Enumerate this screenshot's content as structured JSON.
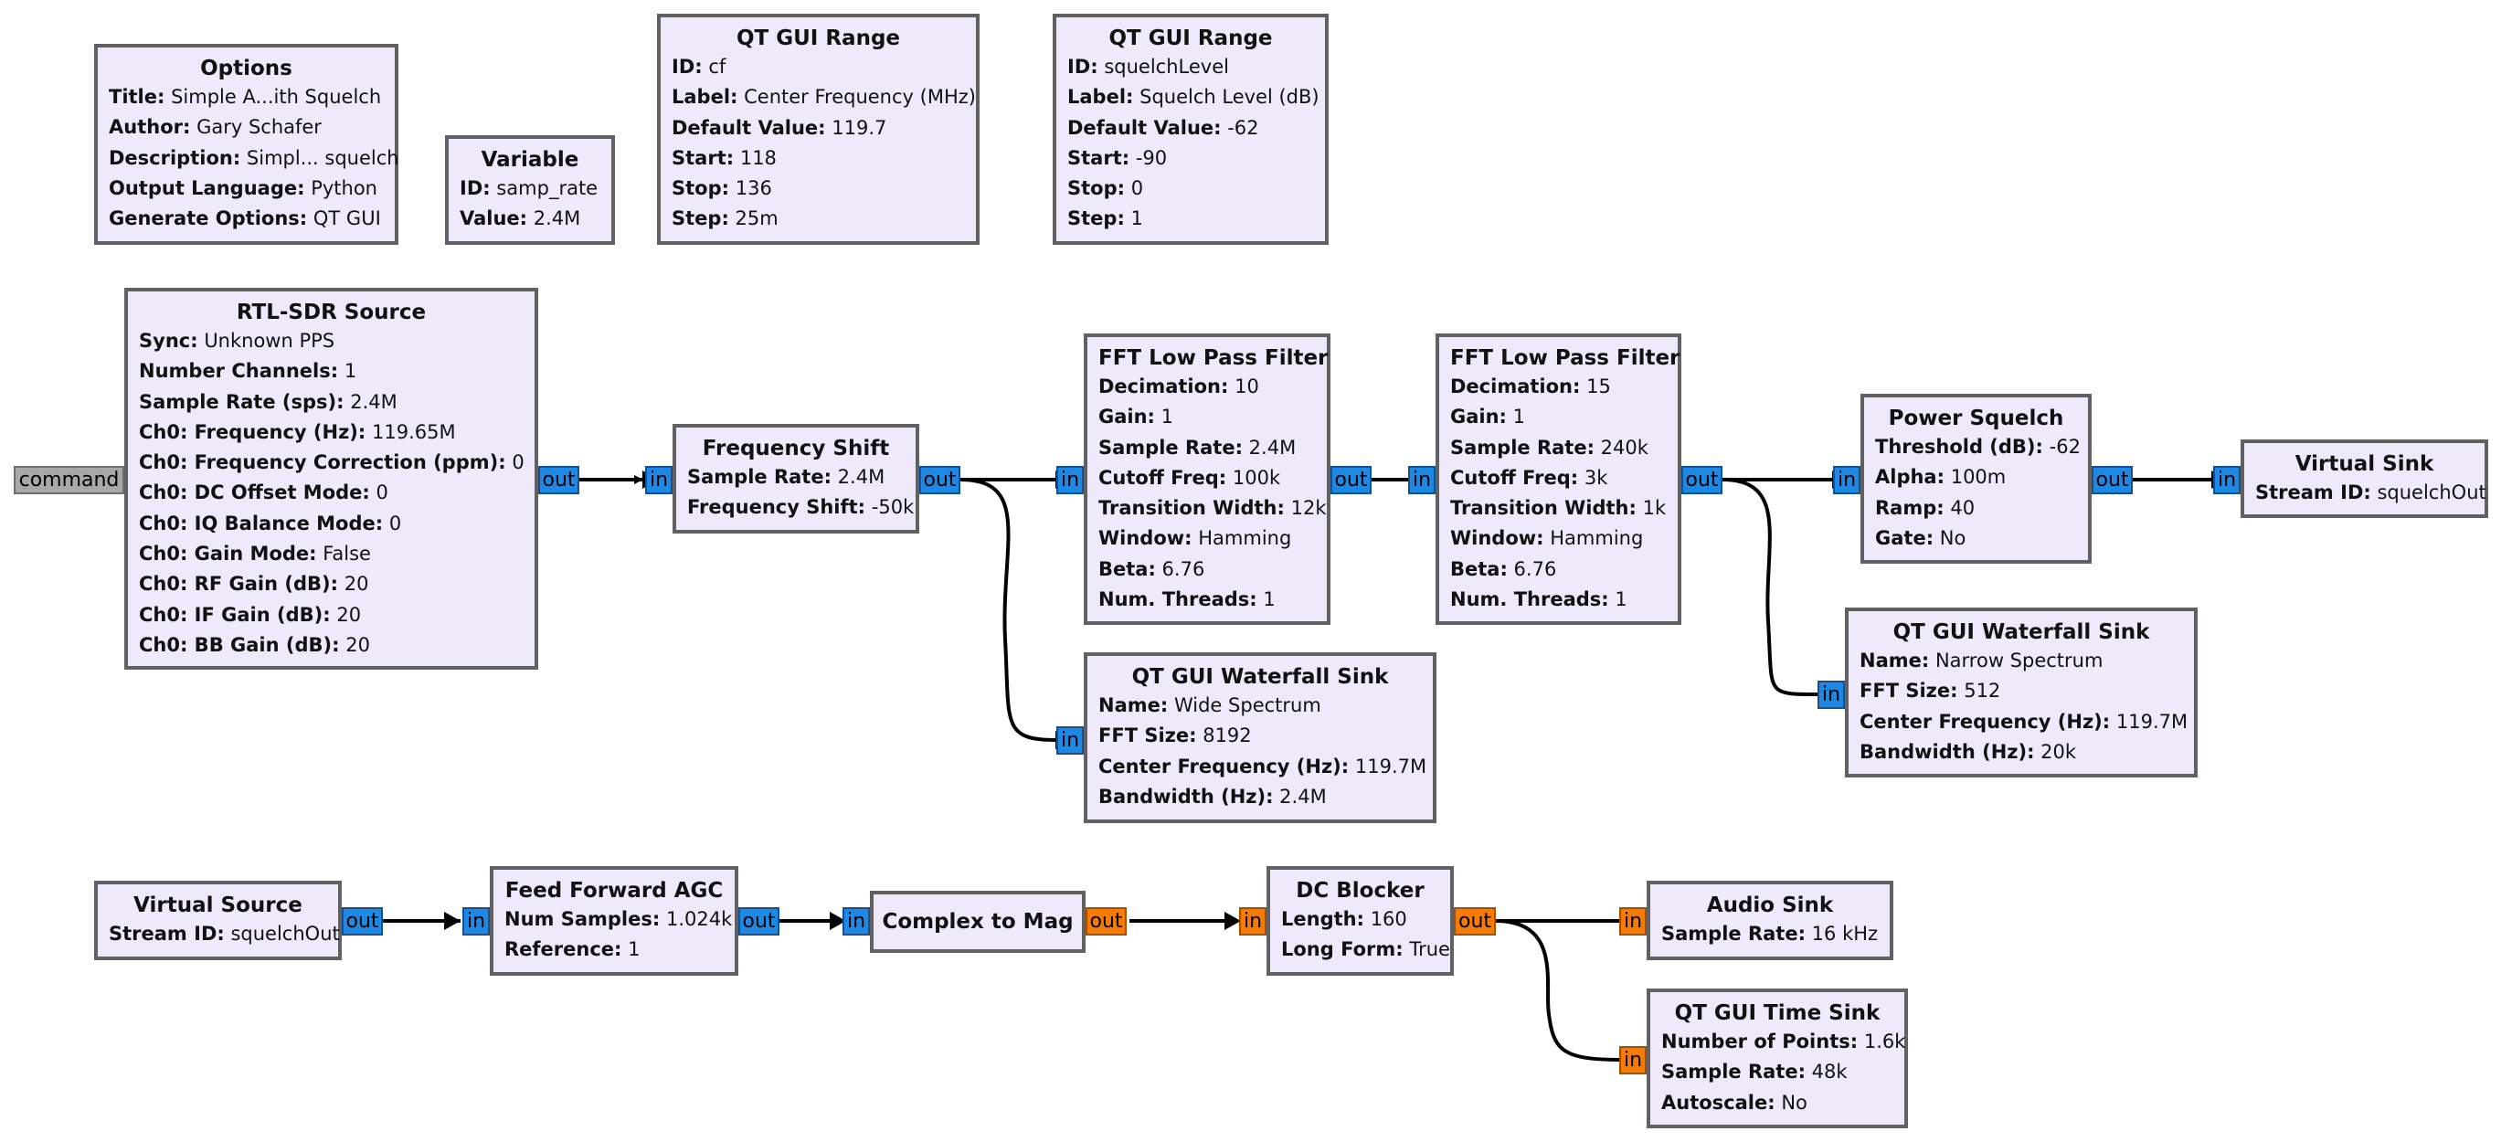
{
  "blocks": {
    "options": {
      "title": "Options",
      "params": [
        {
          "k": "Title:",
          "v": "Simple A...ith Squelch"
        },
        {
          "k": "Author:",
          "v": "Gary Schafer"
        },
        {
          "k": "Description:",
          "v": "Simpl... squelch"
        },
        {
          "k": "Output Language:",
          "v": "Python"
        },
        {
          "k": "Generate Options:",
          "v": "QT GUI"
        }
      ]
    },
    "variable": {
      "title": "Variable",
      "params": [
        {
          "k": "ID:",
          "v": "samp_rate"
        },
        {
          "k": "Value:",
          "v": "2.4M"
        }
      ]
    },
    "range_cf": {
      "title": "QT GUI Range",
      "params": [
        {
          "k": "ID:",
          "v": "cf"
        },
        {
          "k": "Label:",
          "v": "Center Frequency (MHz)"
        },
        {
          "k": "Default Value:",
          "v": "119.7"
        },
        {
          "k": "Start:",
          "v": "118"
        },
        {
          "k": "Stop:",
          "v": "136"
        },
        {
          "k": "Step:",
          "v": "25m"
        }
      ]
    },
    "range_sq": {
      "title": "QT GUI Range",
      "params": [
        {
          "k": "ID:",
          "v": "squelchLevel"
        },
        {
          "k": "Label:",
          "v": "Squelch Level (dB)"
        },
        {
          "k": "Default Value:",
          "v": "-62"
        },
        {
          "k": "Start:",
          "v": "-90"
        },
        {
          "k": "Stop:",
          "v": "0"
        },
        {
          "k": "Step:",
          "v": "1"
        }
      ]
    },
    "rtl": {
      "title": "RTL-SDR Source",
      "params": [
        {
          "k": "Sync:",
          "v": "Unknown PPS"
        },
        {
          "k": "Number Channels:",
          "v": "1"
        },
        {
          "k": "Sample Rate (sps):",
          "v": "2.4M"
        },
        {
          "k": "Ch0: Frequency (Hz):",
          "v": "119.65M"
        },
        {
          "k": "Ch0: Frequency Correction (ppm):",
          "v": "0"
        },
        {
          "k": "Ch0: DC Offset Mode:",
          "v": "0"
        },
        {
          "k": "Ch0: IQ Balance Mode:",
          "v": "0"
        },
        {
          "k": "Ch0: Gain Mode:",
          "v": "False"
        },
        {
          "k": "Ch0: RF Gain (dB):",
          "v": "20"
        },
        {
          "k": "Ch0: IF Gain (dB):",
          "v": "20"
        },
        {
          "k": "Ch0: BB Gain (dB):",
          "v": "20"
        }
      ]
    },
    "fshift": {
      "title": "Frequency Shift",
      "params": [
        {
          "k": "Sample Rate:",
          "v": "2.4M"
        },
        {
          "k": "Frequency Shift:",
          "v": "-50k"
        }
      ]
    },
    "lpf1": {
      "title": "FFT Low Pass Filter",
      "params": [
        {
          "k": "Decimation:",
          "v": "10"
        },
        {
          "k": "Gain:",
          "v": "1"
        },
        {
          "k": "Sample Rate:",
          "v": "2.4M"
        },
        {
          "k": "Cutoff Freq:",
          "v": "100k"
        },
        {
          "k": "Transition Width:",
          "v": "12k"
        },
        {
          "k": "Window:",
          "v": "Hamming"
        },
        {
          "k": "Beta:",
          "v": "6.76"
        },
        {
          "k": "Num. Threads:",
          "v": "1"
        }
      ]
    },
    "lpf2": {
      "title": "FFT Low Pass Filter",
      "params": [
        {
          "k": "Decimation:",
          "v": "15"
        },
        {
          "k": "Gain:",
          "v": "1"
        },
        {
          "k": "Sample Rate:",
          "v": "240k"
        },
        {
          "k": "Cutoff Freq:",
          "v": "3k"
        },
        {
          "k": "Transition Width:",
          "v": "1k"
        },
        {
          "k": "Window:",
          "v": "Hamming"
        },
        {
          "k": "Beta:",
          "v": "6.76"
        },
        {
          "k": "Num. Threads:",
          "v": "1"
        }
      ]
    },
    "psq": {
      "title": "Power Squelch",
      "params": [
        {
          "k": "Threshold (dB):",
          "v": "-62"
        },
        {
          "k": "Alpha:",
          "v": "100m"
        },
        {
          "k": "Ramp:",
          "v": "40"
        },
        {
          "k": "Gate:",
          "v": "No"
        }
      ]
    },
    "vsink": {
      "title": "Virtual Sink",
      "params": [
        {
          "k": "Stream ID:",
          "v": "squelchOut"
        }
      ]
    },
    "wf_wide": {
      "title": "QT GUI Waterfall Sink",
      "params": [
        {
          "k": "Name:",
          "v": "Wide Spectrum"
        },
        {
          "k": "FFT Size:",
          "v": "8192"
        },
        {
          "k": "Center Frequency (Hz):",
          "v": "119.7M"
        },
        {
          "k": "Bandwidth (Hz):",
          "v": "2.4M"
        }
      ]
    },
    "wf_narrow": {
      "title": "QT GUI Waterfall Sink",
      "params": [
        {
          "k": "Name:",
          "v": "Narrow Spectrum"
        },
        {
          "k": "FFT Size:",
          "v": "512"
        },
        {
          "k": "Center Frequency (Hz):",
          "v": "119.7M"
        },
        {
          "k": "Bandwidth (Hz):",
          "v": "20k"
        }
      ]
    },
    "vsrc": {
      "title": "Virtual Source",
      "params": [
        {
          "k": "Stream ID:",
          "v": "squelchOut"
        }
      ]
    },
    "agc": {
      "title": "Feed Forward AGC",
      "params": [
        {
          "k": "Num Samples:",
          "v": "1.024k"
        },
        {
          "k": "Reference:",
          "v": "1"
        }
      ]
    },
    "c2mag": {
      "title": "Complex to Mag",
      "params": []
    },
    "dcb": {
      "title": "DC Blocker",
      "params": [
        {
          "k": "Length:",
          "v": "160"
        },
        {
          "k": "Long Form:",
          "v": "True"
        }
      ]
    },
    "audio": {
      "title": "Audio Sink",
      "params": [
        {
          "k": "Sample Rate:",
          "v": "16 kHz"
        }
      ]
    },
    "tsink": {
      "title": "QT GUI Time Sink",
      "params": [
        {
          "k": "Number of Points:",
          "v": "1.6k"
        },
        {
          "k": "Sample Rate:",
          "v": "48k"
        },
        {
          "k": "Autoscale:",
          "v": "No"
        }
      ]
    }
  },
  "ports": {
    "in": "in",
    "out": "out",
    "command": "command"
  },
  "colors": {
    "complex_port": "#1e88e5",
    "float_port": "#f57c00",
    "message_port": "#a8a8a8",
    "block_fill": "#eeeafc",
    "block_border": "#616161"
  }
}
